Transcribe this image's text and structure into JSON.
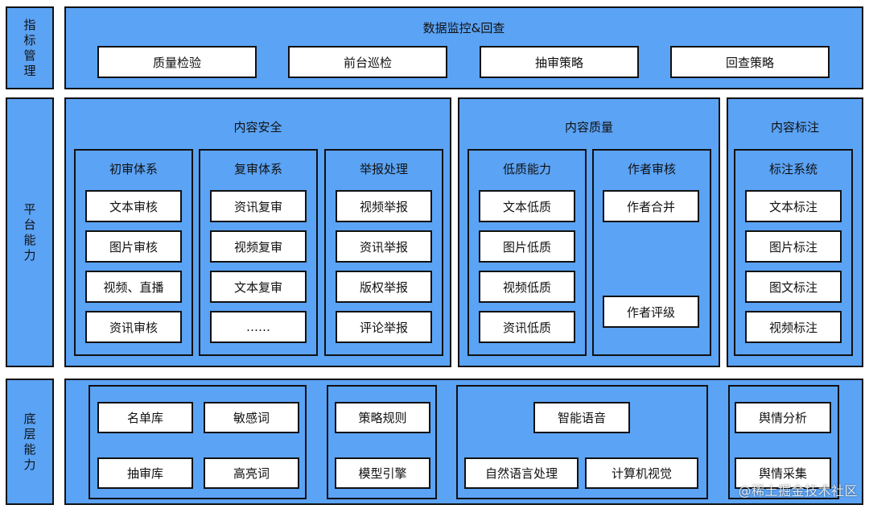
{
  "layers": {
    "metrics": "指标管理",
    "platform": "平台能力",
    "base": "底层能力"
  },
  "metrics": {
    "title": "数据监控&回查",
    "items": [
      "质量检验",
      "前台巡检",
      "抽审策略",
      "回查策略"
    ]
  },
  "platform": {
    "safety": {
      "title": "内容安全",
      "groups": [
        {
          "title": "初审体系",
          "items": [
            "文本审核",
            "图片审核",
            "视频、直播",
            "资讯审核"
          ]
        },
        {
          "title": "复审体系",
          "items": [
            "资讯复审",
            "视频复审",
            "文本复审",
            "……"
          ]
        },
        {
          "title": "举报处理",
          "items": [
            "视频举报",
            "资讯举报",
            "版权举报",
            "评论举报"
          ]
        }
      ]
    },
    "quality": {
      "title": "内容质量",
      "groups": [
        {
          "title": "低质能力",
          "items": [
            "文本低质",
            "图片低质",
            "视频低质",
            "资讯低质"
          ]
        },
        {
          "title": "作者审核",
          "items": [
            "作者合并",
            "作者评级"
          ]
        }
      ]
    },
    "labeling": {
      "title": "内容标注",
      "groups": [
        {
          "title": "标注系统",
          "items": [
            "文本标注",
            "图片标注",
            "图文标注",
            "视频标注"
          ]
        }
      ]
    }
  },
  "base": {
    "groupA": [
      "名单库",
      "敏感词",
      "抽审库",
      "高亮词"
    ],
    "groupB": [
      "策略规则",
      "模型引擎"
    ],
    "groupC": [
      "智能语音",
      "自然语言处理",
      "计算机视觉"
    ],
    "groupD": [
      "舆情分析",
      "舆情采集"
    ]
  },
  "watermark": "@稀土掘金技术社区",
  "colors": {
    "panel": "#5ba3f5",
    "border": "#111111",
    "cell": "#ffffff"
  }
}
